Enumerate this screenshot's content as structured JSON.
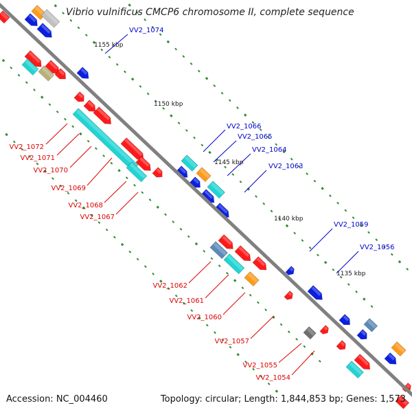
{
  "title": "Vibrio vulnificus CMCP6 chromosome II, complete sequence",
  "accession_text": "Accession: NC_004460",
  "summary_text": "Topology: circular; Length: 1,844,853 bp; Genes: 1,573",
  "colors": {
    "backbone": "#808080",
    "tick": "#2e8b2e",
    "forward_label": "#0000cc",
    "reverse_label": "#dd0000",
    "red_gene": "#ff1a1a",
    "blue_gene": "#0a1fe0",
    "cyan_gene": "#20d4d4",
    "orange_gene": "#ff9a1a",
    "steel_gene": "#5b8ab8",
    "gray_gene": "#6e6e6e",
    "olive_gene": "#b8b07a",
    "light_gene": "#c0c0c0"
  },
  "position_labels": [
    {
      "id": "kbp1155",
      "text": "1155 kbp"
    },
    {
      "id": "kbp1150",
      "text": "1150 kbp"
    },
    {
      "id": "kbp1145",
      "text": "1145 kbp"
    },
    {
      "id": "kbp1140",
      "text": "1140 kbp"
    },
    {
      "id": "kbp1135",
      "text": "1135 kbp"
    }
  ],
  "gene_labels": [
    {
      "id": "g1074",
      "text": "VV2_1074",
      "strand": "forward"
    },
    {
      "id": "g1066",
      "text": "VV2_1066",
      "strand": "forward"
    },
    {
      "id": "g1065",
      "text": "VV2_1065",
      "strand": "forward"
    },
    {
      "id": "g1064",
      "text": "VV2_1064",
      "strand": "forward"
    },
    {
      "id": "g1063",
      "text": "VV2_1063",
      "strand": "forward"
    },
    {
      "id": "g1059",
      "text": "VV2_1059",
      "strand": "forward"
    },
    {
      "id": "g1056",
      "text": "VV2_1056",
      "strand": "forward"
    },
    {
      "id": "g1072",
      "text": "VV2_1072",
      "strand": "reverse"
    },
    {
      "id": "g1071",
      "text": "VV2_1071",
      "strand": "reverse"
    },
    {
      "id": "g1070",
      "text": "VV2_1070",
      "strand": "reverse"
    },
    {
      "id": "g1069",
      "text": "VV2_1069",
      "strand": "reverse"
    },
    {
      "id": "g1068",
      "text": "VV2_1068",
      "strand": "reverse"
    },
    {
      "id": "g1067",
      "text": "VV2_1067",
      "strand": "reverse"
    },
    {
      "id": "g1062",
      "text": "VV2_1062",
      "strand": "reverse"
    },
    {
      "id": "g1061",
      "text": "VV2_1061",
      "strand": "reverse"
    },
    {
      "id": "g1060",
      "text": "VV2_1060",
      "strand": "reverse"
    },
    {
      "id": "g1057",
      "text": "VV2_1057",
      "strand": "reverse"
    },
    {
      "id": "g1055",
      "text": "VV2_1055",
      "strand": "reverse"
    },
    {
      "id": "g1054",
      "text": "VV2_1054",
      "strand": "reverse"
    }
  ]
}
